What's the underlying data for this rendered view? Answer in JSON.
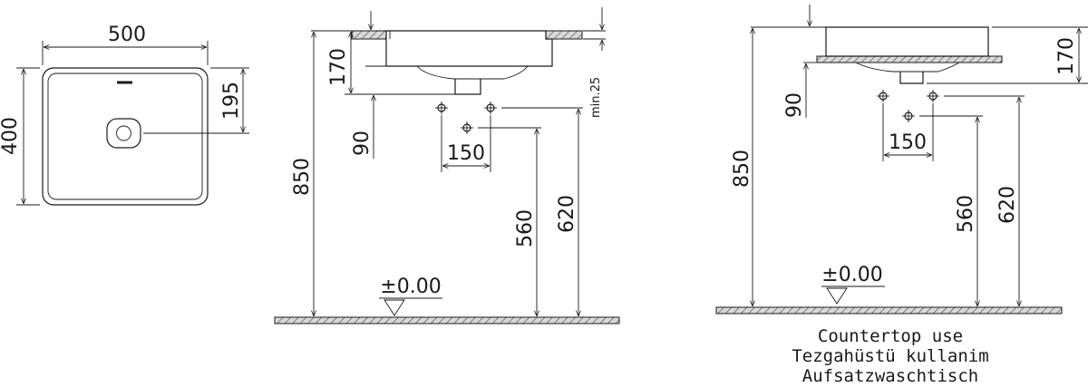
{
  "top_view": {
    "width_label": "500",
    "depth_label": "400",
    "drain_offset_label": "195"
  },
  "wall_hung_view": {
    "height_label": "850",
    "bowl_depth_label": "170",
    "min_label": "min.25",
    "waste_height_label": "90",
    "tap_spacing_label": "150",
    "inlet_height_560": "560",
    "inlet_height_620": "620",
    "level_label": "±0.00"
  },
  "countertop_view": {
    "height_label": "850",
    "bowl_depth_label": "170",
    "waste_height_label": "90",
    "tap_spacing_label": "150",
    "inlet_height_560": "560",
    "inlet_height_620": "620",
    "level_label": "±0.00",
    "caption_line1": "Countertop use",
    "caption_line2": "Tezgahüstü kullanim",
    "caption_line3": "Aufsatzwaschtisch"
  }
}
